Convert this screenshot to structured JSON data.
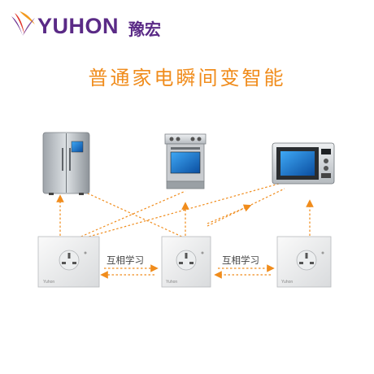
{
  "brand": {
    "name_en": "YUHON",
    "name_cn": "豫宏",
    "colors": {
      "text": "#5a2a86",
      "swoosh_purple": "#6a2c8e",
      "swoosh_red": "#e2362c",
      "swoosh_orange": "#f39a1e"
    }
  },
  "headline": "普通家电瞬间变智能",
  "accent_color": "#f08c1c",
  "appliances": [
    {
      "name": "refrigerator",
      "icon": "refrigerator-icon"
    },
    {
      "name": "oven",
      "icon": "oven-icon"
    },
    {
      "name": "microwave",
      "icon": "microwave-icon"
    }
  ],
  "sockets": [
    {
      "icon": "wall-socket-icon",
      "brand_mark": "Yuhon"
    },
    {
      "icon": "wall-socket-icon",
      "brand_mark": "Yuhon"
    },
    {
      "icon": "wall-socket-icon",
      "brand_mark": "Yuhon"
    }
  ],
  "links": [
    {
      "label": "互相学习"
    },
    {
      "label": "互相学习"
    }
  ]
}
